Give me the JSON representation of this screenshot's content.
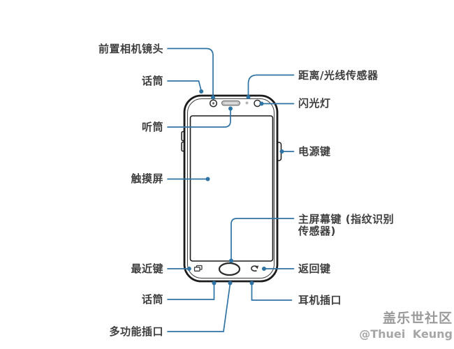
{
  "colors": {
    "callout_line": "#2e73a4",
    "phone_outline": "#1b1b1b",
    "label_text": "#3e3e3e",
    "watermark_text": "#9a9a9a",
    "background": "#ffffff"
  },
  "diagram": {
    "labels": {
      "front_camera": "前置相机镜头",
      "mic_top": "话筒",
      "earpiece": "听筒",
      "touch_screen": "触摸屏",
      "recents_key": "最近键",
      "mic_bottom": "话筒",
      "multipurpose_jack": "多功能插口",
      "proximity_light_sensor": "距离/光线传感器",
      "flash": "闪光灯",
      "power_key": "电源键",
      "home_key_line1": "主屏幕键 (指纹识别",
      "home_key_line2": "传感器)",
      "back_key": "返回键",
      "earphone_jack": "耳机插口"
    },
    "icons": {
      "recents_key_icon": "overlapping-rectangles",
      "back_key_icon": "curved-return-arrow",
      "front_camera_icon": "ring-with-center-dot",
      "earpiece_icon": "speaker-grille-pill",
      "flash_icon": "circle-outline",
      "proximity_sensor_icon": "small-gray-dot"
    }
  },
  "watermark": {
    "community": "盖乐世社区",
    "author": "@Thuei Keung"
  }
}
